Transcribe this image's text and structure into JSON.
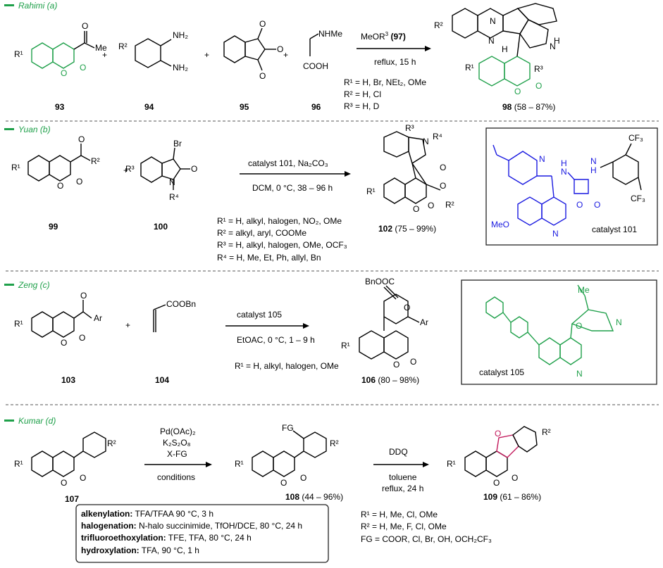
{
  "sections": [
    {
      "label": "Rahimi (a)",
      "reactant_labels": [
        "93",
        "94",
        "95",
        "96"
      ],
      "product_label": "98",
      "product_yield": "(58 – 87%)",
      "reagent": "MeOR",
      "reagent_sup": "3",
      "reagent_num": "(97)",
      "conditions": "reflux, 15 h",
      "substituents": [
        "R¹ = H, Br, NEt₂, OMe",
        "R² = H, Cl",
        "R³ = H, D"
      ],
      "atoms": {
        "me": "Me",
        "nh2": "NH₂",
        "nhme": "NHMe",
        "cooh": "COOH",
        "r1": "R¹",
        "r2": "R²",
        "r3": "R³",
        "h": "H",
        "n": "N",
        "o": "O",
        "nh": "N"
      }
    },
    {
      "label": "Yuan (b)",
      "reactant_labels": [
        "99",
        "100"
      ],
      "product_label": "102",
      "product_yield": "(75 – 99%)",
      "reagent": "catalyst 101, Na₂CO₃",
      "conditions": "DCM, 0 °C, 38 – 96 h",
      "substituents": [
        "R¹ = H, alkyl, halogen, NO₂, OMe",
        "R² = alkyl, aryl, COOMe",
        "R³ = H, alkyl, halogen, OMe, OCF₃",
        "R⁴ = H, Me, Et, Ph, allyl, Bn"
      ],
      "catalyst_label": "catalyst 101",
      "atoms": {
        "br": "Br",
        "r2": "R²",
        "r3": "R³",
        "r4": "R⁴",
        "r1": "R¹",
        "cf3": "CF₃",
        "meo": "MeO",
        "hn": "H",
        "n": "N"
      }
    },
    {
      "label": "Zeng (c)",
      "reactant_labels": [
        "103",
        "104"
      ],
      "product_label": "106",
      "product_yield": "(80 – 98%)",
      "reagent": "catalyst 105",
      "conditions": "EtOAC, 0 °C, 1 – 9 h",
      "substituents": [
        "R¹ = H, alkyl, halogen, OMe"
      ],
      "catalyst_label": "catalyst 105",
      "atoms": {
        "ar": "Ar",
        "coobn": "COOBn",
        "bnooc": "BnOOC",
        "me": "Me",
        "r1": "R¹"
      }
    },
    {
      "label": "Kumar (d)",
      "reactant_labels": [
        "107"
      ],
      "intermediate_label": "108",
      "intermediate_yield": "(44 – 96%)",
      "product_label": "109",
      "product_yield": "(61 – 86%)",
      "step1_reagents": [
        "Pd(OAc)₂",
        "K₂S₂O₈",
        "X-FG"
      ],
      "step1_conditions": "conditions",
      "step2_reagent": "DDQ",
      "step2_conditions": [
        "toluene",
        "reflux, 24 h"
      ],
      "substituents": [
        "R¹ = H, Me, Cl, OMe",
        "R² = H, Me, F, Cl, OMe",
        "FG = COOR, Cl, Br, OH, OCH₂CF₃"
      ],
      "conditions_box": [
        {
          "name": "alkenylation:",
          "text": " TFA/TFAA 90 °C, 3 h"
        },
        {
          "name": "halogenation:",
          "text": " N-halo succinimide, TfOH/DCE, 80 °C, 24 h"
        },
        {
          "name": "trifluoroethoxylation:",
          "text": " TFE, TFA, 80 °C, 24 h"
        },
        {
          "name": "hydroxylation:",
          "text": " TFA, 90 °C, 1 h"
        }
      ],
      "atoms": {
        "fg": "FG",
        "r1": "R¹",
        "r2": "R²"
      }
    }
  ],
  "colors": {
    "accent_green": "#1fa04a",
    "catalyst_blue": "#1a1ae0",
    "product_pink": "#c2185b"
  }
}
